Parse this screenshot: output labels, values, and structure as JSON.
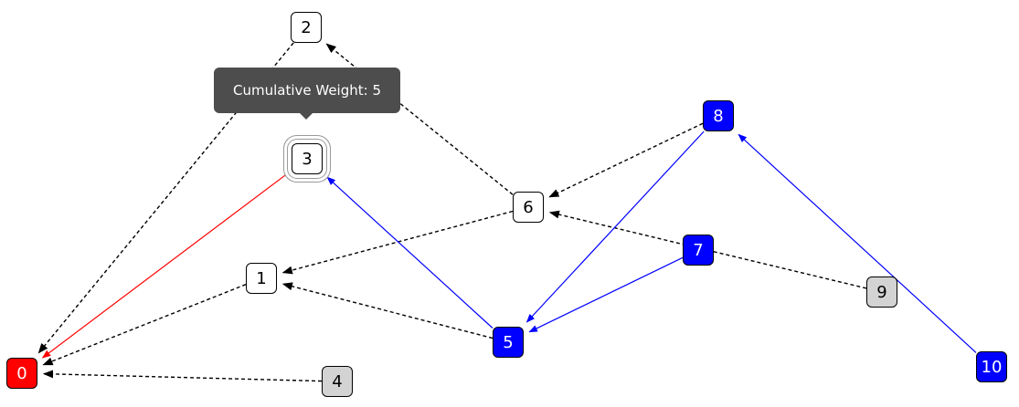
{
  "graph": {
    "nodes": [
      {
        "id": "0",
        "style": "red"
      },
      {
        "id": "1",
        "style": "white"
      },
      {
        "id": "2",
        "style": "white"
      },
      {
        "id": "3",
        "style": "white",
        "selected": true
      },
      {
        "id": "4",
        "style": "gray"
      },
      {
        "id": "5",
        "style": "blue"
      },
      {
        "id": "6",
        "style": "white"
      },
      {
        "id": "7",
        "style": "blue"
      },
      {
        "id": "8",
        "style": "blue"
      },
      {
        "id": "9",
        "style": "gray"
      },
      {
        "id": "10",
        "style": "blue"
      }
    ],
    "edges": [
      {
        "from": "2",
        "to": "0",
        "style": "dashed"
      },
      {
        "from": "1",
        "to": "0",
        "style": "dashed"
      },
      {
        "from": "4",
        "to": "0",
        "style": "dashed"
      },
      {
        "from": "6",
        "to": "2",
        "style": "dashed"
      },
      {
        "from": "6",
        "to": "1",
        "style": "dashed"
      },
      {
        "from": "5",
        "to": "1",
        "style": "dashed"
      },
      {
        "from": "8",
        "to": "6",
        "style": "dashed"
      },
      {
        "from": "9",
        "to": "6",
        "style": "dashed"
      },
      {
        "from": "3",
        "to": "0",
        "style": "red"
      },
      {
        "from": "5",
        "to": "3",
        "style": "blue"
      },
      {
        "from": "8",
        "to": "5",
        "style": "blue"
      },
      {
        "from": "7",
        "to": "5",
        "style": "blue"
      },
      {
        "from": "10",
        "to": "8",
        "style": "blue"
      }
    ],
    "tooltip": {
      "text": "Cumulative Weight: 5",
      "node": "3"
    }
  },
  "colors": {
    "red": "#ff0000",
    "blue": "#0000ff",
    "gray": "#d3d3d3",
    "dashed": "#000000",
    "tooltip_bg": "#4d4d4d"
  }
}
